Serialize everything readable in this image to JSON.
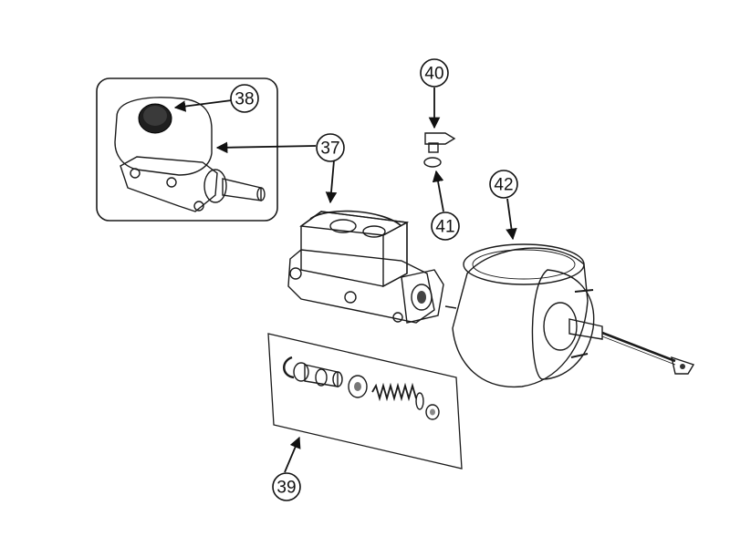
{
  "callouts": [
    {
      "id": "37",
      "label": "37"
    },
    {
      "id": "38",
      "label": "38"
    },
    {
      "id": "39",
      "label": "39"
    },
    {
      "id": "40",
      "label": "40"
    },
    {
      "id": "41",
      "label": "41"
    },
    {
      "id": "42",
      "label": "42"
    }
  ],
  "colors": {
    "line": "#1a1a1a",
    "metal_light": "#c8c8c8",
    "metal_mid": "#9a9a9a",
    "metal_dark": "#5e5e5e",
    "reservoir": "#ececec",
    "cap": "#1f1f1f"
  }
}
